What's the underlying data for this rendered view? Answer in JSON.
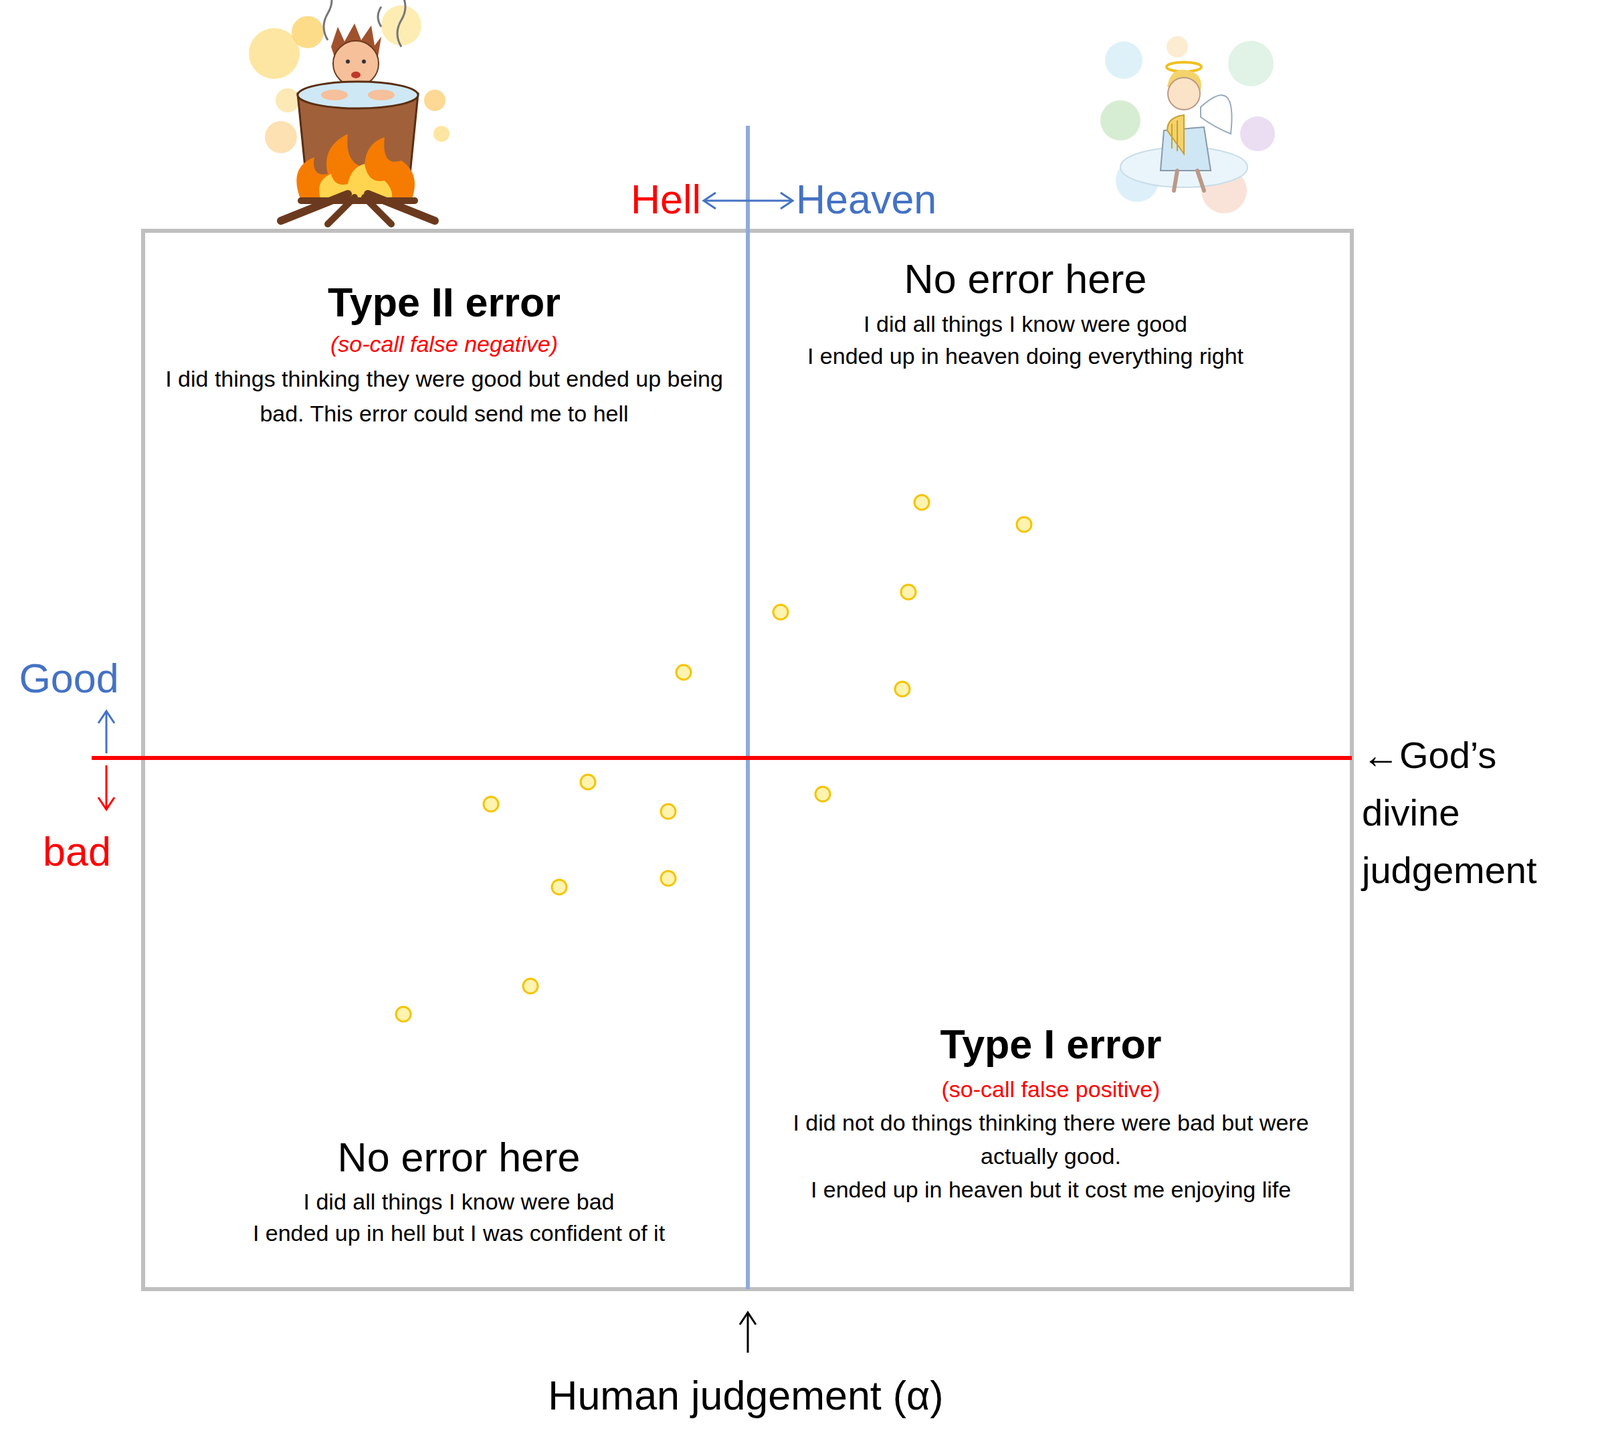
{
  "diagram": {
    "nodes": [
      {
        "text": [
          "Type II error",
          "(so-call false negative)",
          "I did things thinking they were good but ended up being bad. This error could send me to hell"
        ]
      },
      {
        "text": [
          "No error here",
          "I did all things I know were good",
          "I ended up in heaven doing everything right"
        ]
      },
      {
        "text": [
          "No error here",
          "I did all things I know were bad",
          "I ended up in hell but I was confident of it"
        ]
      },
      {
        "text": [
          "Type I error",
          "(so-call false positive)",
          "I did not do things thinking there were bad but were actually good.",
          "I ended up in heaven but it cost me enjoying life"
        ]
      }
    ],
    "labels": [
      "Hell",
      "Heaven",
      "Good",
      "bad",
      "←God’s divine judgement",
      "Human judgement (α)"
    ]
  }
}
